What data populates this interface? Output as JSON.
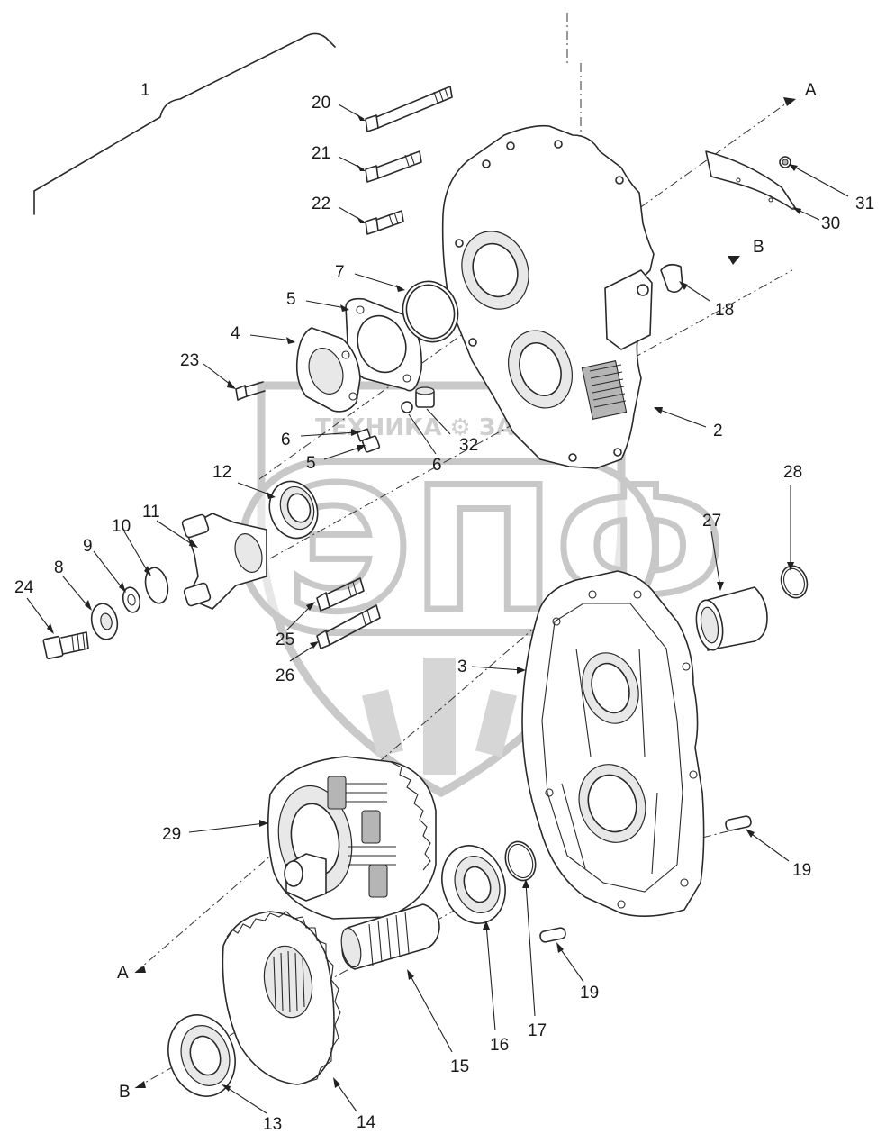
{
  "diagram": {
    "callouts": [
      "1",
      "20",
      "21",
      "22",
      "7",
      "5",
      "4",
      "23",
      "6",
      "5",
      "6",
      "32",
      "12",
      "11",
      "10",
      "9",
      "8",
      "24",
      "25",
      "26",
      "3",
      "29",
      "15",
      "16",
      "17",
      "19",
      "19",
      "13",
      "14",
      "2",
      "18",
      "31",
      "30",
      "28",
      "27",
      "A",
      "A",
      "B",
      "B"
    ],
    "watermark": {
      "small_text": "ТЕХНИКА ⚙ ЗАПЧАСТИ",
      "big_text": "ЭПФ"
    }
  }
}
